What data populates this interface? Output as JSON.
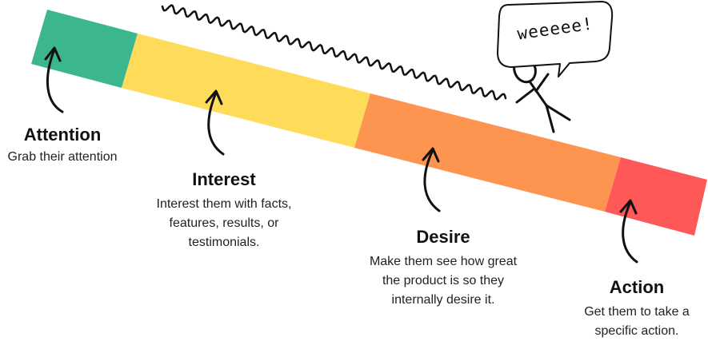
{
  "colors": {
    "attention": "#3cb68f",
    "interest": "#fedc5a",
    "desire": "#fd944f",
    "action": "#fe5858",
    "ink": "#111111"
  },
  "stages": [
    {
      "key": "attention",
      "title": "Attention",
      "description": [
        "Grab their attention"
      ]
    },
    {
      "key": "interest",
      "title": "Interest",
      "description": [
        "Interest them with facts,",
        "features, results, or",
        "testimonials."
      ]
    },
    {
      "key": "desire",
      "title": "Desire",
      "description": [
        "Make them see how great",
        "the product is so they",
        "internally desire it."
      ]
    },
    {
      "key": "action",
      "title": "Action",
      "description": [
        "Get them to take a",
        "specific action."
      ]
    }
  ],
  "figure": {
    "speech": "weeeee!"
  }
}
